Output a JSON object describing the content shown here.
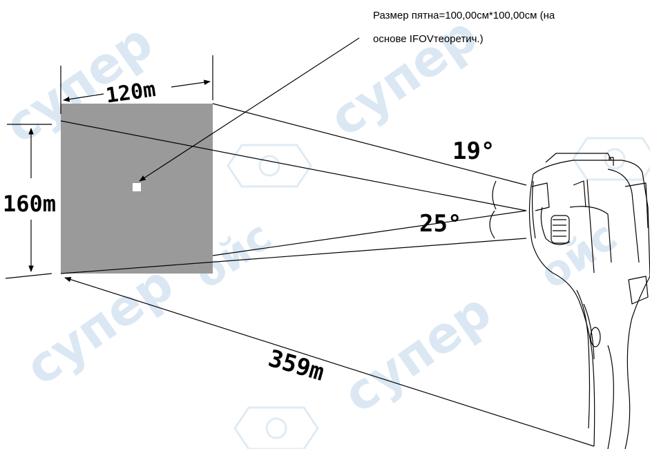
{
  "annotation": {
    "line1": "Размер пятна=100,00см*100,00см (на",
    "line2": "основе IFOVтеоретич.)"
  },
  "dimensions": {
    "width": "120m",
    "height": "160m",
    "distance": "359m",
    "vertical_angle": "19°",
    "horizontal_angle": "25°"
  },
  "watermark": {
    "text": "супер",
    "suffix": "ойс"
  },
  "colors": {
    "target_fill": "#9a9a9a",
    "spot_fill": "#ffffff",
    "line": "#000000",
    "watermark": "#bfd7ea"
  },
  "icons": [
    "thermal-camera-icon",
    "watermark-logo-icon"
  ]
}
